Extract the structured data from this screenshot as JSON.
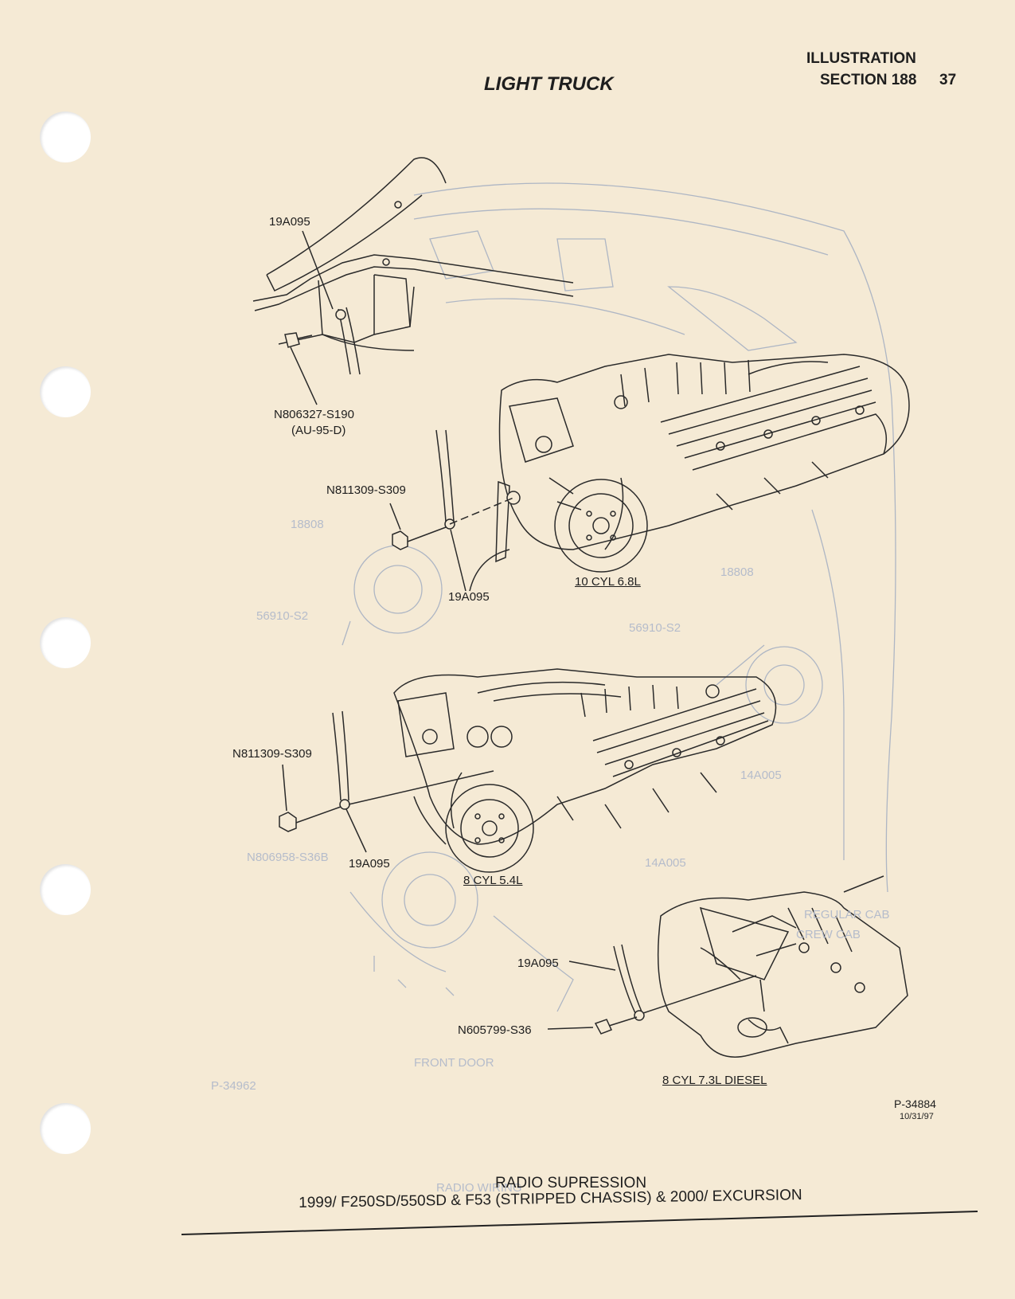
{
  "header": {
    "title": "LIGHT TRUCK",
    "section_line1": "ILLUSTRATION",
    "section_line2": "SECTION 188",
    "page_number": "37"
  },
  "labels": {
    "top_strap": "19A095",
    "top_bolt": "N806327-S190",
    "top_bolt_spec": "(AU-95-D)",
    "v10_nut": "N811309-S309",
    "v10_strap": "19A095",
    "v10_caption": "10 CYL 6.8L",
    "v8_nut": "N811309-S309",
    "v8_strap": "19A095",
    "v8_caption": "8 CYL 5.4L",
    "diesel_strap": "19A095",
    "diesel_bolt": "N605799-S36",
    "diesel_caption": "8 CYL 7.3L DIESEL"
  },
  "ref": {
    "part_number": "P-34884",
    "date": "10/31/97"
  },
  "footer": {
    "line1": "RADIO SUPRESSION",
    "line2": "1999/ F250SD/550SD & F53 (STRIPPED CHASSIS) & 2000/ EXCURSION"
  },
  "bleed_through_labels": [
    "18808",
    "56910-S2",
    "18808",
    "56910-S2",
    "14A005",
    "N806958-S36B",
    "14A005",
    "FRONT DOOR",
    "REGULAR CAB",
    "CREW CAB",
    "P-34962",
    "RADIO WIRING"
  ]
}
